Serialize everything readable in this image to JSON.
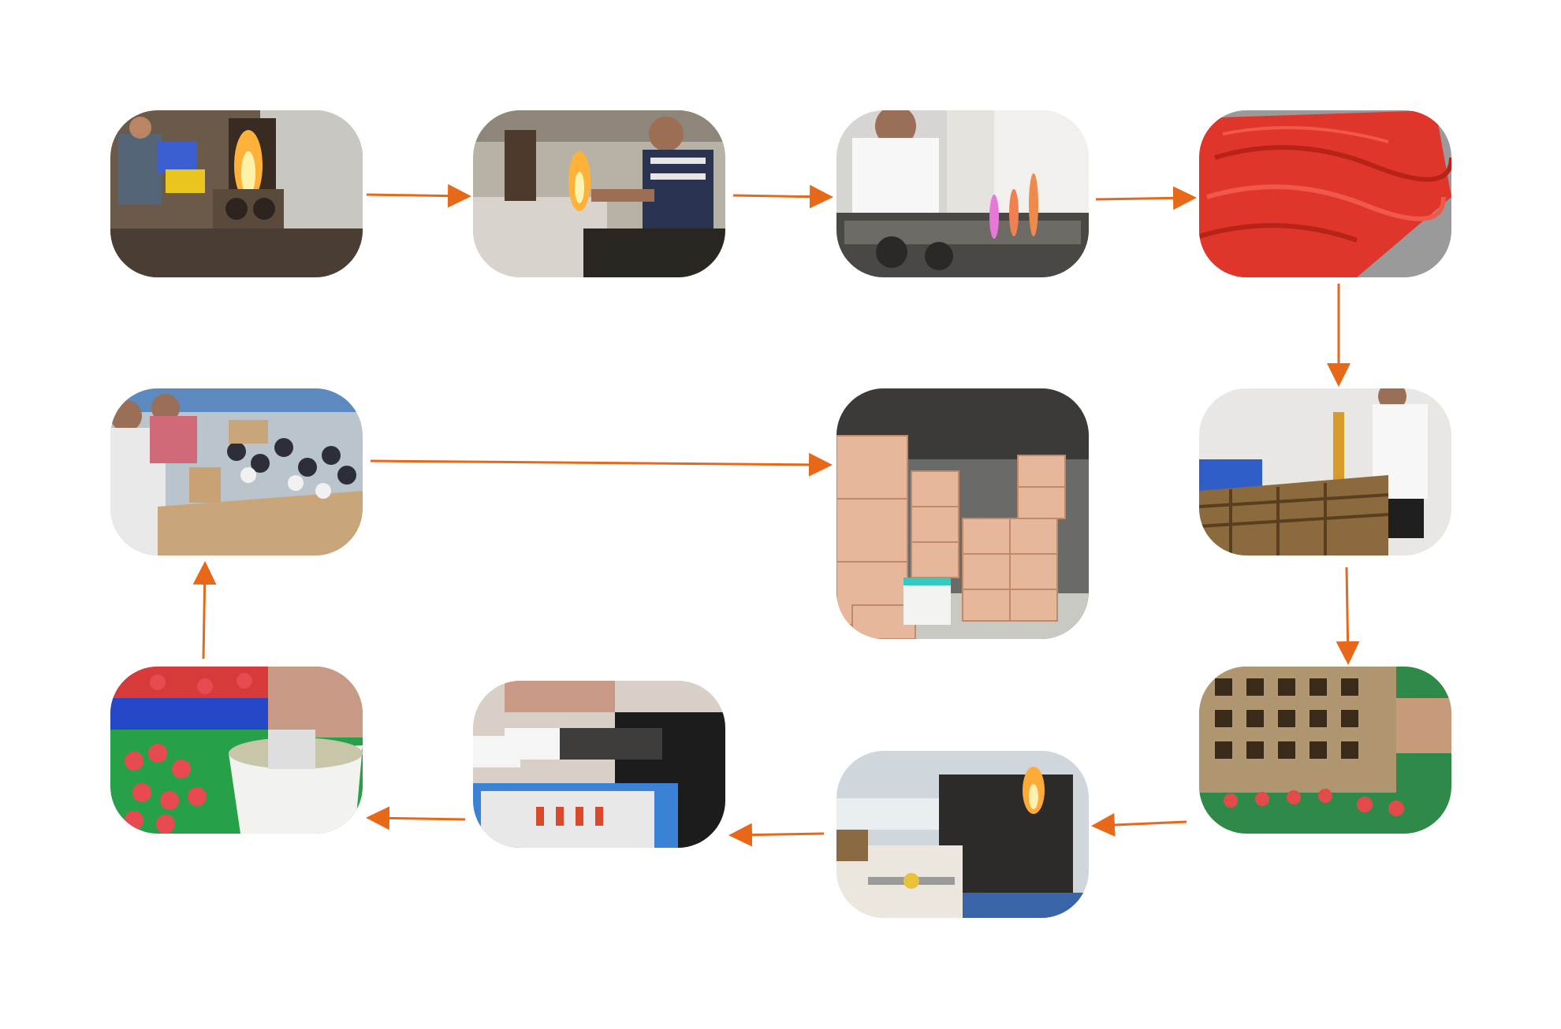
{
  "diagram": {
    "accent_color": "#e8681a",
    "steps": [
      {
        "id": "s1",
        "icon": "glass-blowing-furnace-photo"
      },
      {
        "id": "s2",
        "icon": "glass-torch-shaping-photo"
      },
      {
        "id": "s3",
        "icon": "flame-machine-photo"
      },
      {
        "id": "s4",
        "icon": "red-wax-powder-photo"
      },
      {
        "id": "s5",
        "icon": "wax-pouring-photo"
      },
      {
        "id": "s6",
        "icon": "cooling-rack-photo"
      },
      {
        "id": "s7",
        "icon": "flame-polishing-machine-photo"
      },
      {
        "id": "s8",
        "icon": "decal-printing-machine-photo"
      },
      {
        "id": "s9",
        "icon": "cleaning-bucket-photo"
      },
      {
        "id": "s10",
        "icon": "packing-workers-photo"
      },
      {
        "id": "s11",
        "icon": "warehouse-cartons-photo"
      }
    ],
    "flow": [
      [
        "s1",
        "s2"
      ],
      [
        "s2",
        "s3"
      ],
      [
        "s3",
        "s4"
      ],
      [
        "s4",
        "s5"
      ],
      [
        "s5",
        "s6"
      ],
      [
        "s6",
        "s7"
      ],
      [
        "s7",
        "s8"
      ],
      [
        "s8",
        "s9"
      ],
      [
        "s9",
        "s10"
      ],
      [
        "s10",
        "s11"
      ]
    ]
  }
}
